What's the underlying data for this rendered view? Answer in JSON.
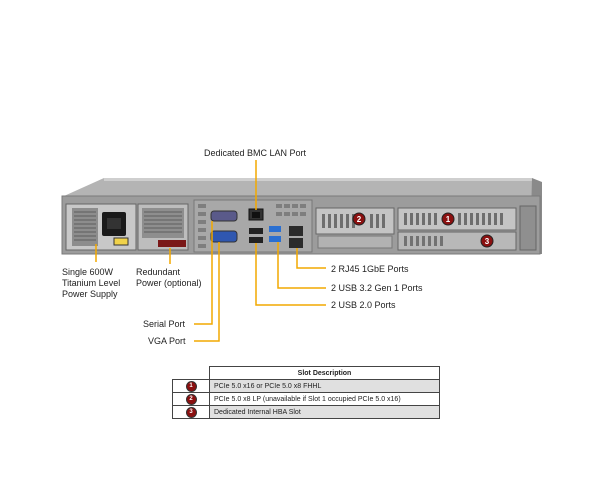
{
  "labels": {
    "bmc_lan": "Dedicated BMC LAN Port",
    "psu_single": "Single 600W Titanium Level Power Supply",
    "psu_redundant": "Redundant Power (optional)",
    "rj45": "2 RJ45 1GbE Ports",
    "usb32": "2 USB 3.2 Gen 1 Ports",
    "usb20": "2 USB 2.0 Ports",
    "serial": "Serial Port",
    "vga": "VGA Port"
  },
  "slot_badges": [
    "2",
    "1",
    "3"
  ],
  "slot_table": {
    "header": "Slot Description",
    "rows": [
      {
        "num": "1",
        "desc": "PCIe 5.0 x16 or PCIe 5.0 x8 FHHL"
      },
      {
        "num": "2",
        "desc": "PCIe 5.0 x8 LP (unavailable if Slot 1 occupied PCIe 5.0 x16)"
      },
      {
        "num": "3",
        "desc": "Dedicated Internal HBA Slot"
      }
    ]
  },
  "colors": {
    "callout": "#f2a900",
    "badge": "#8b1010",
    "chassis": "#9a9a9a",
    "port_blue": "#2a6fd1"
  },
  "icons": [
    "psu-socket-icon",
    "serial-port-icon",
    "vga-port-icon",
    "rj45-port-icon",
    "usb-port-icon"
  ]
}
